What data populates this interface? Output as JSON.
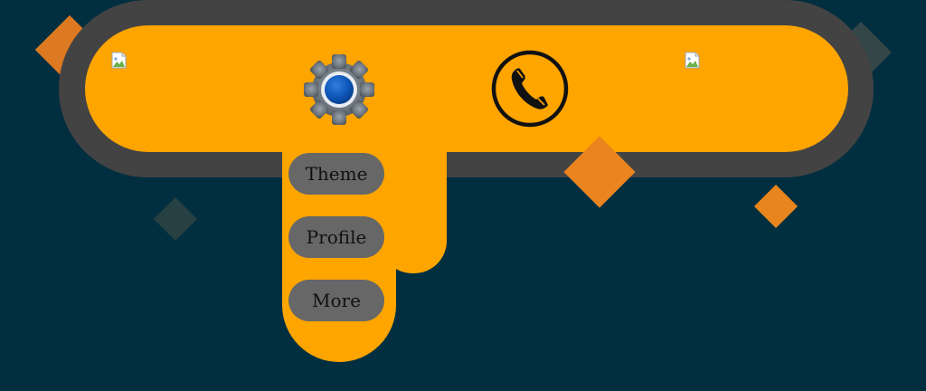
{
  "nav": {
    "left_image": "broken-image-icon",
    "settings_icon": "gear-icon",
    "phone_icon": "phone-icon",
    "right_image": "broken-image-icon"
  },
  "dropdown": {
    "items": [
      {
        "label": "Theme"
      },
      {
        "label": "Profile"
      },
      {
        "label": "More"
      }
    ]
  },
  "colors": {
    "background": "#022f40",
    "nav_outer": "#434343",
    "nav_accent": "#ffa500",
    "pill": "#676767",
    "diamond_orange": "#f0801e"
  }
}
